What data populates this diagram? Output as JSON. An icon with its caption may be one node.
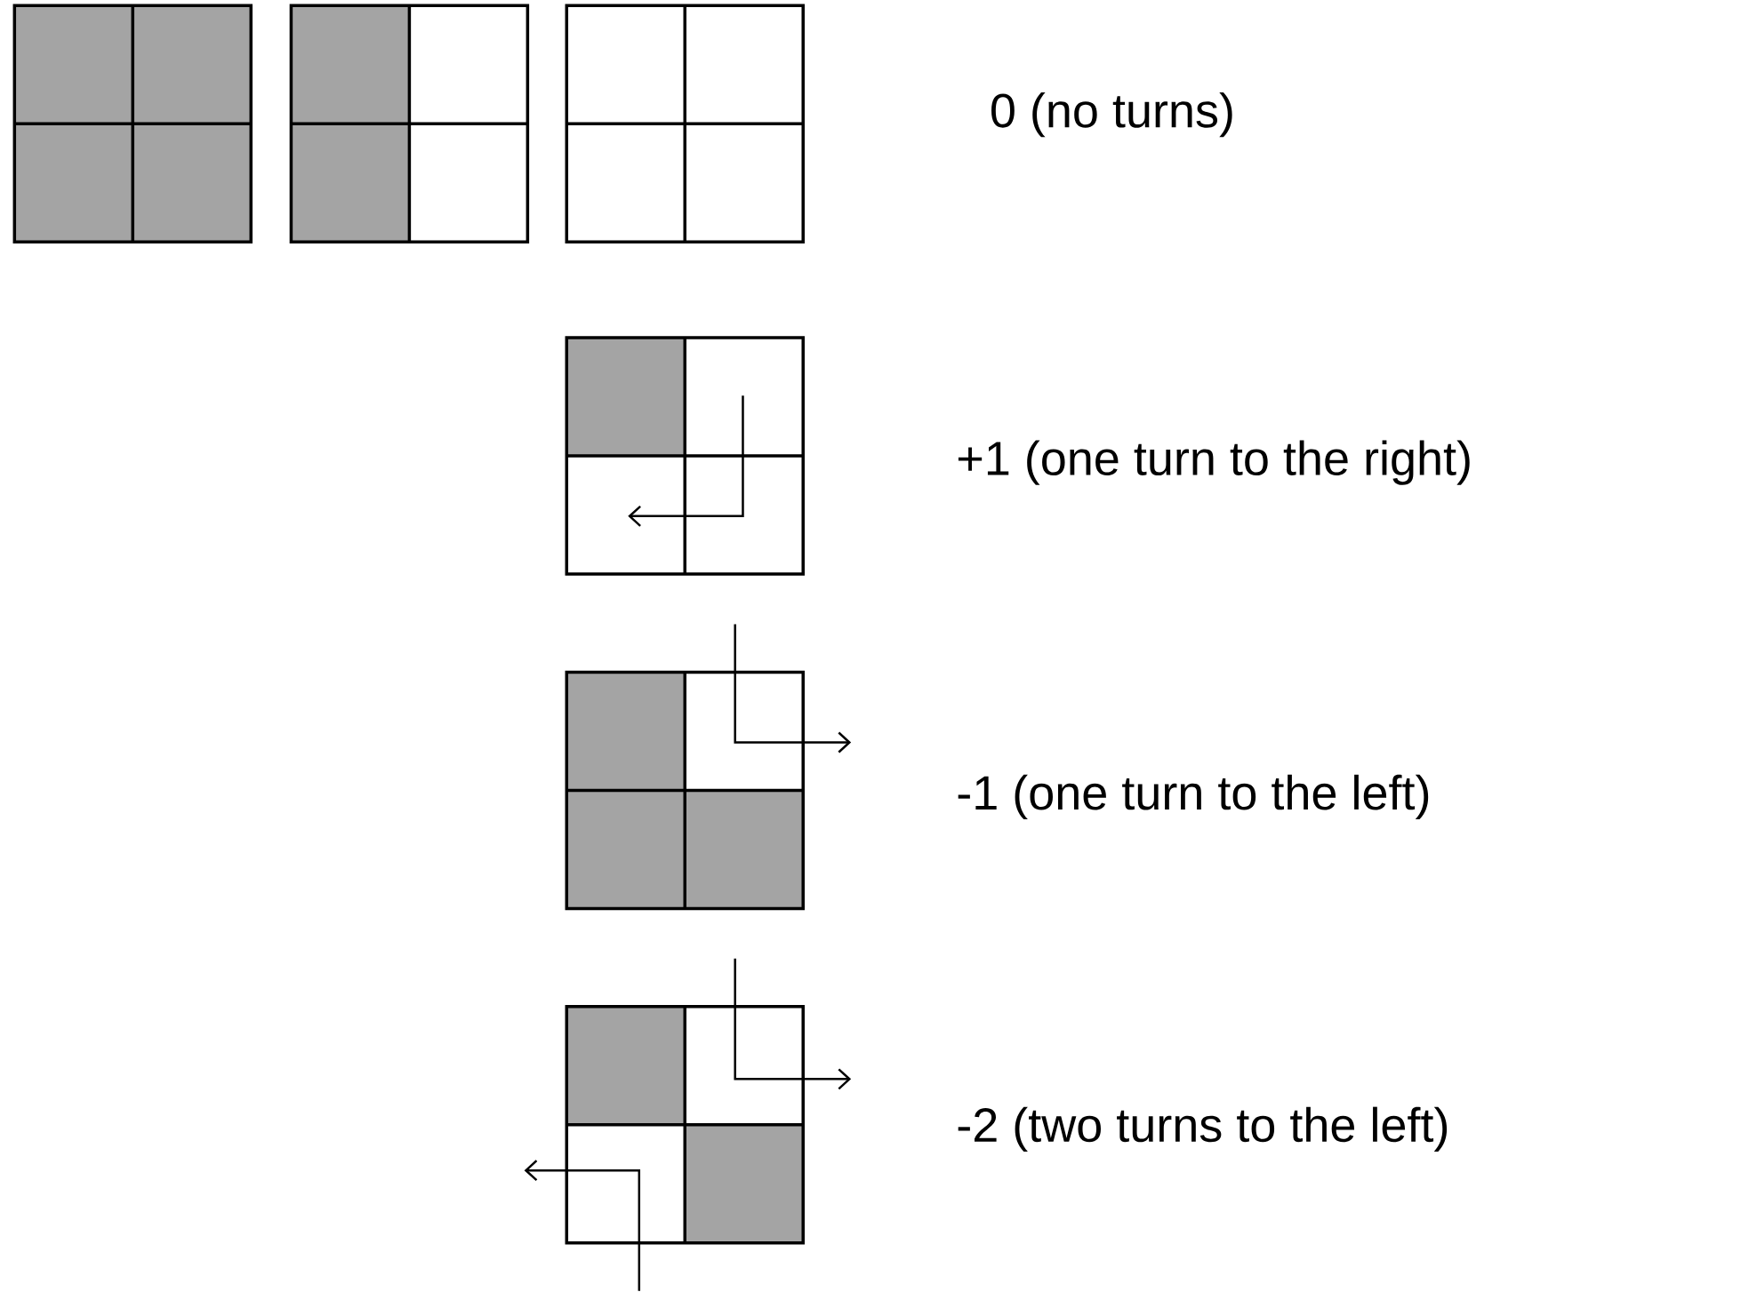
{
  "diagram": {
    "labels": [
      "0 (no turns)",
      "+1 (one turn to the right)",
      "-1 (one turn to the left)",
      "-2 (two turns to the left)"
    ]
  }
}
